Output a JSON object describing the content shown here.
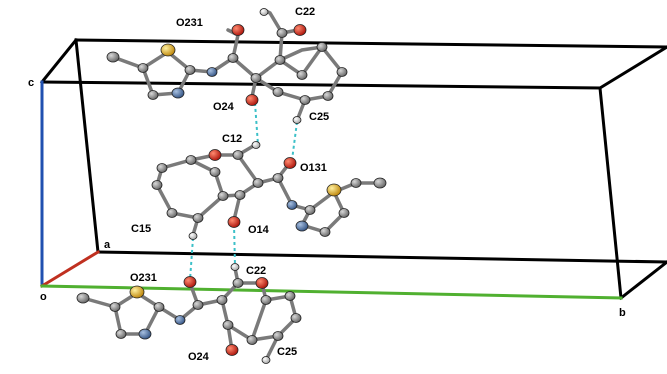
{
  "axes": {
    "a": "a",
    "b": "b",
    "c": "c",
    "origin": "o"
  },
  "atom_labels": {
    "top": {
      "C22": "C22",
      "O231": "O231",
      "O24": "O24",
      "C25": "C25"
    },
    "middle": {
      "C12": "C12",
      "O131": "O131",
      "C15": "C15",
      "O14": "O14"
    },
    "bottom": {
      "O231": "O231",
      "C22": "C22",
      "O24": "O24",
      "C25": "C25"
    }
  },
  "colors": {
    "carbon": "#8a8a8a",
    "oxygen": "#d0281b",
    "nitrogen": "#4a6a9a",
    "sulfur": "#e0b020",
    "hydrogen": "#e8e8e8",
    "hbond": "#3cc0c8",
    "axis_a": "#c03020",
    "axis_b": "#50b030",
    "axis_c": "#2050b0",
    "cell": "#000000"
  }
}
